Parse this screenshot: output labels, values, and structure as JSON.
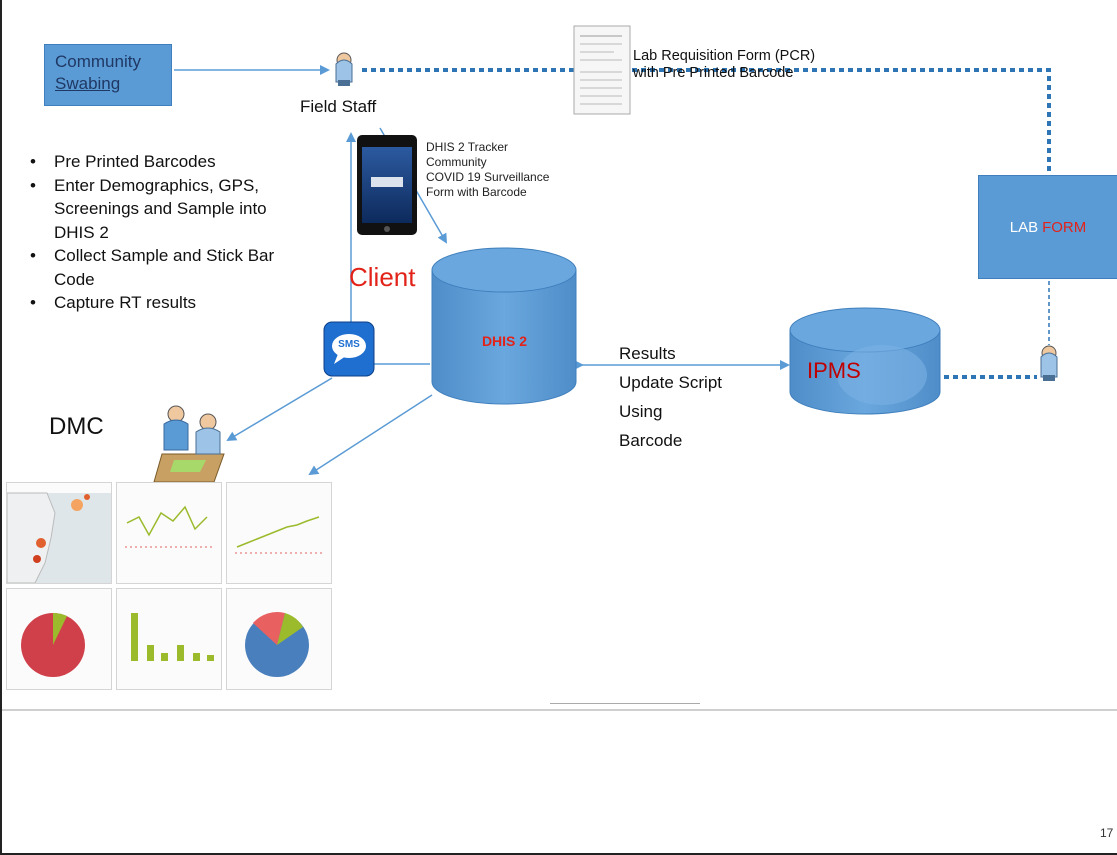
{
  "diagram": {
    "community_box": {
      "line1": "Community",
      "line2": "Swabing"
    },
    "field_staff_label": "Field Staff",
    "bullets": [
      "Pre Printed Barcodes",
      "Enter Demographics, GPS, Screenings and Sample into DHIS 2",
      "Collect Sample and Stick Bar Code",
      "Capture RT results"
    ],
    "client_label": "Client",
    "tracker_text": {
      "line1": "DHIS 2 Tracker",
      "line2": "Community",
      "line3": "COVID 19 Surveillance",
      "line4": "Form with Barcode"
    },
    "lab_requisition": {
      "line1": "Lab Requisition Form (PCR)",
      "line2": "with Pre Printed Barcode"
    },
    "lab_box": {
      "part1": "LAB",
      "part2": "FORM"
    },
    "dhis_label": "DHIS 2",
    "ipms_label": "IPMS",
    "results_text": {
      "line1": "Results",
      "line2": "Update Script",
      "line3": "Using",
      "line4": "Barcode"
    },
    "sms_icon_text": "SMS",
    "dmc_label": "DMC",
    "page_number": "17"
  },
  "colors": {
    "box_blue": "#5b9bd5",
    "arrow_blue": "#5b9bd5",
    "dotted_blue": "#2e75b6",
    "red_text": "#e2231a"
  }
}
